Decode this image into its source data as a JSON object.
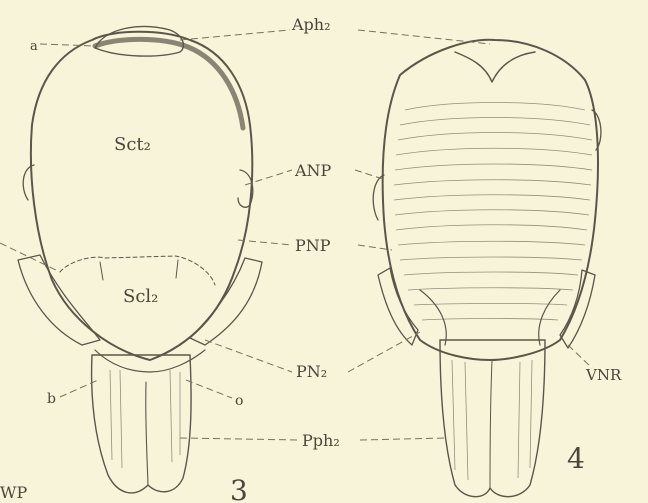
{
  "labels": {
    "a": "a",
    "aph2": "Aph₂",
    "sct2": "Sct₂",
    "anp": "ANP",
    "pnp": "PNP",
    "scl2": "Scl₂",
    "pn2": "PN₂",
    "b": "b",
    "o": "o",
    "vnr": "VNR",
    "pph2": "Pph₂",
    "fig3": "3",
    "fig4": "4",
    "wp": "WP"
  },
  "colors": {
    "paper": "#f8f4da",
    "ink": "#5a564a",
    "shade": "#ddd7bd",
    "label": "#4a463c"
  }
}
